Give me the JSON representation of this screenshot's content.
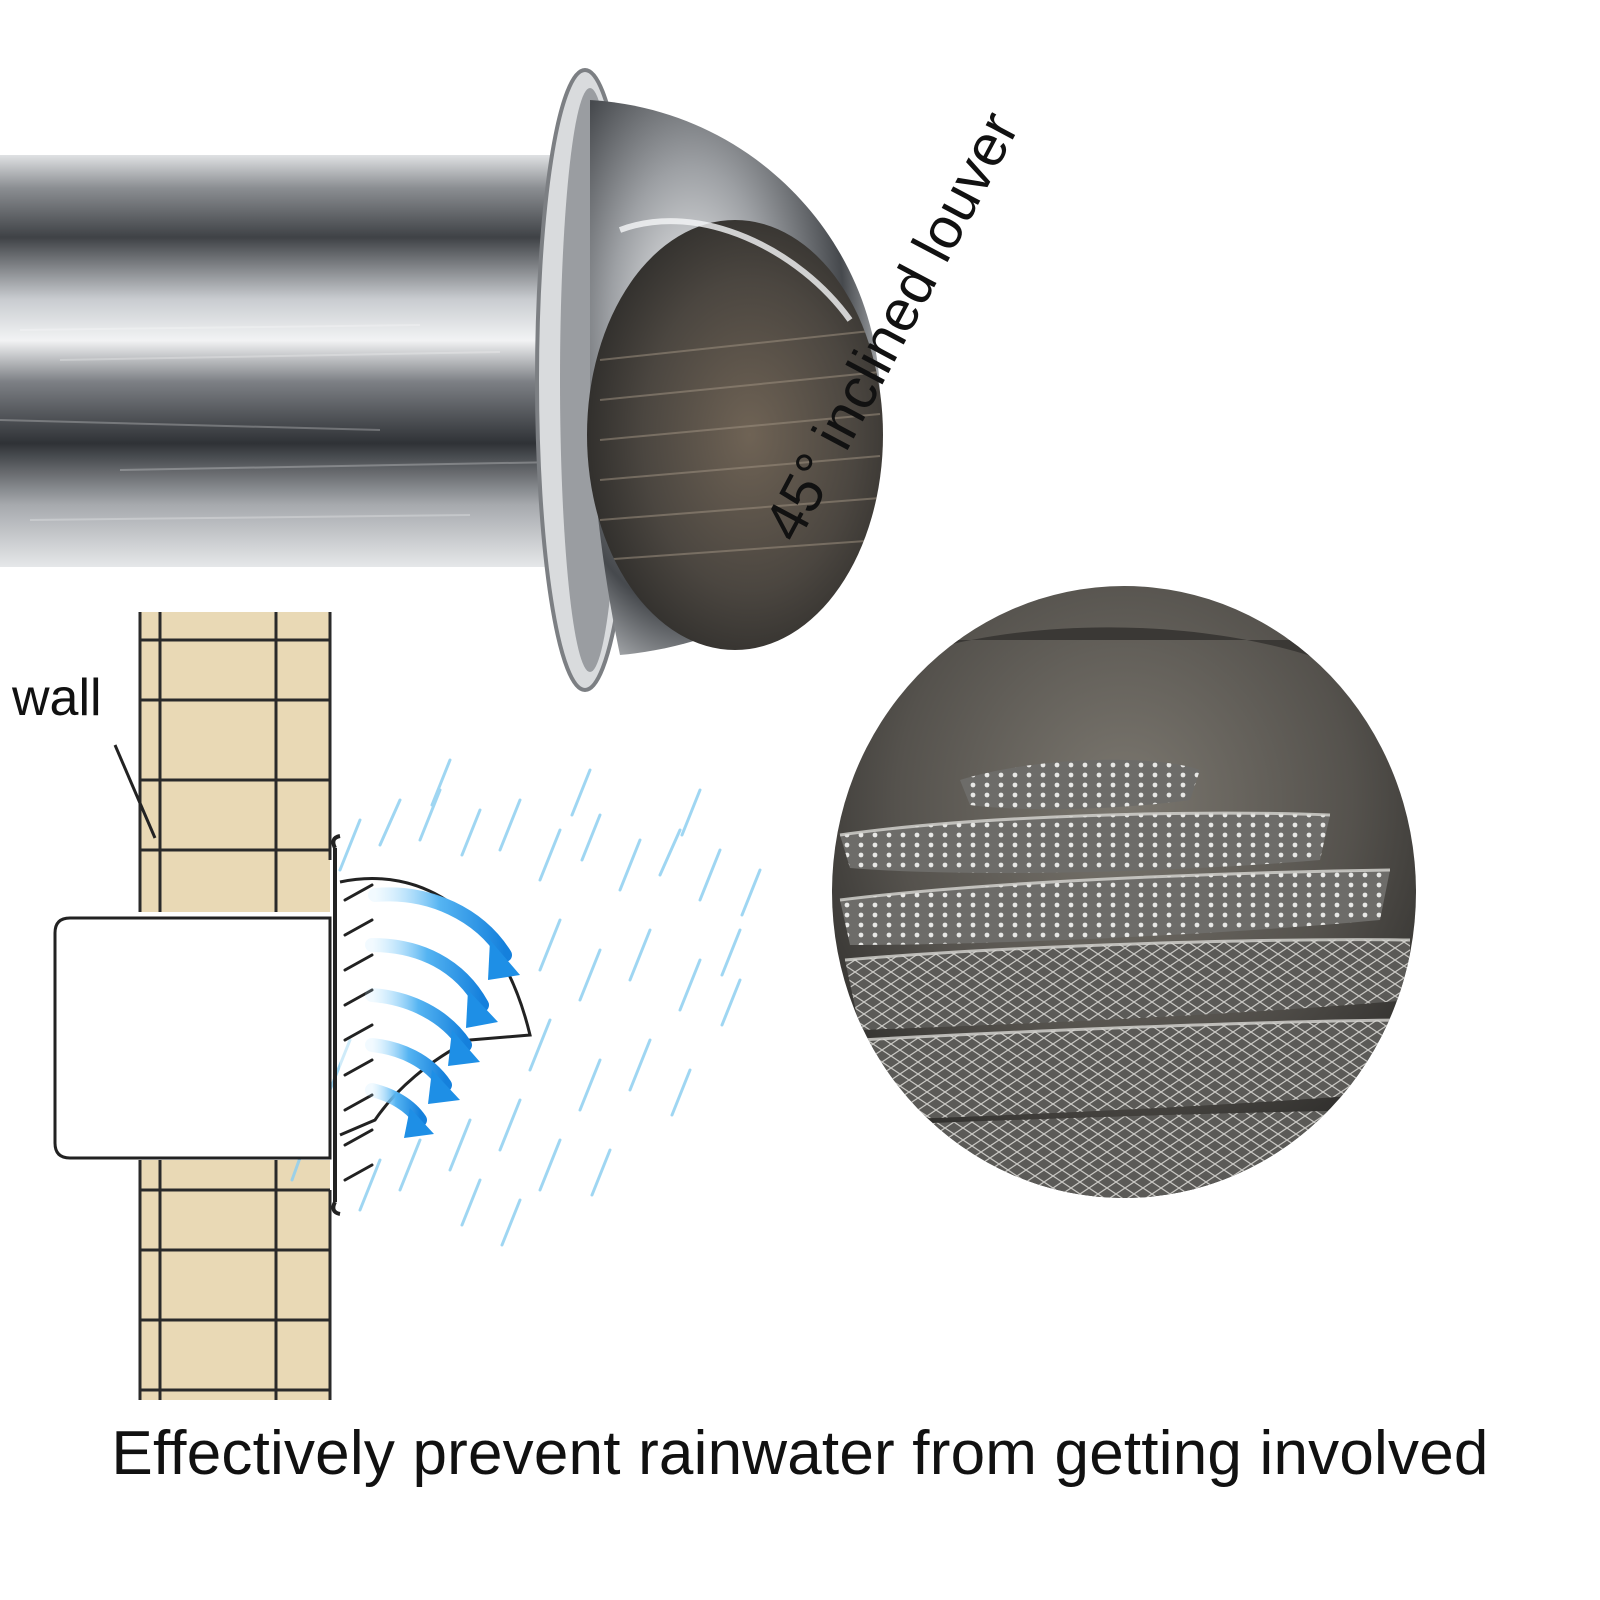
{
  "labels": {
    "wall": "wall",
    "louver": "45° inclined louver",
    "caption": "Effectively prevent rainwater from getting involved"
  },
  "colors": {
    "wall_fill": "#e9d9b5",
    "wall_grid": "#2a2a2a",
    "arrow_blue": "#1e8fe6",
    "rain_blue": "#8fcff0",
    "steel_dark": "#5a5d62",
    "steel_light": "#e6e8ea"
  },
  "icons": {
    "product_photo": "stainless-vent-hood",
    "closeup_photo": "mesh-louver-closeup",
    "diagram": "wall-vent-rain-diagram"
  }
}
